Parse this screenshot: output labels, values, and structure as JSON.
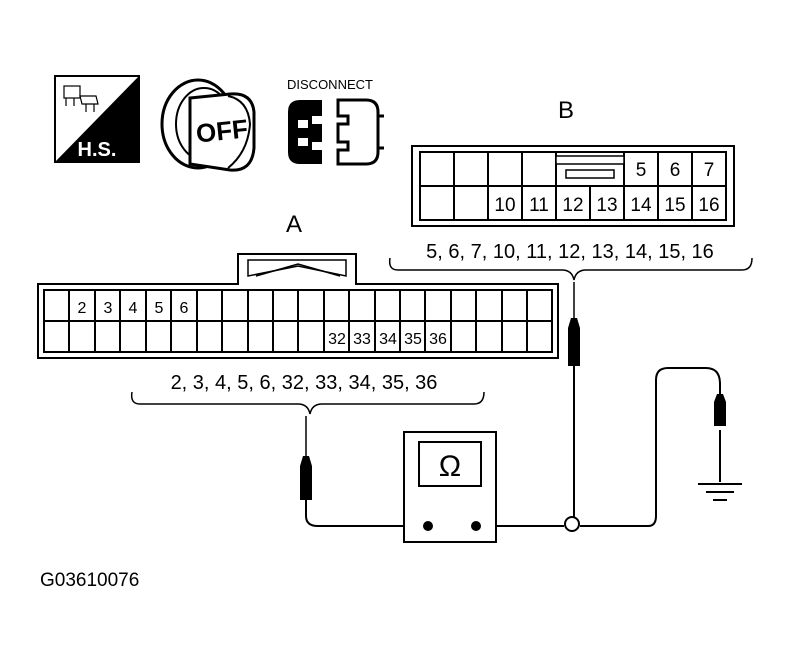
{
  "icons": {
    "hs_label": "H.S.",
    "off_label": "OFF",
    "disconnect_label": "DISCONNECT"
  },
  "connector_a": {
    "label": "A",
    "top_pins": [
      "2",
      "3",
      "4",
      "5",
      "6"
    ],
    "bottom_pins": [
      "32",
      "33",
      "34",
      "35",
      "36"
    ],
    "pin_list": "2, 3, 4, 5, 6, 32, 33, 34, 35, 36"
  },
  "connector_b": {
    "label": "B",
    "top_pins": [
      "5",
      "6",
      "7"
    ],
    "bottom_pins": [
      "10",
      "11",
      "12",
      "13",
      "14",
      "15",
      "16"
    ],
    "pin_list": "5, 6, 7, 10, 11, 12, 13, 14, 15, 16"
  },
  "meter": {
    "symbol": "Ω"
  },
  "figure_id": "G03610076"
}
